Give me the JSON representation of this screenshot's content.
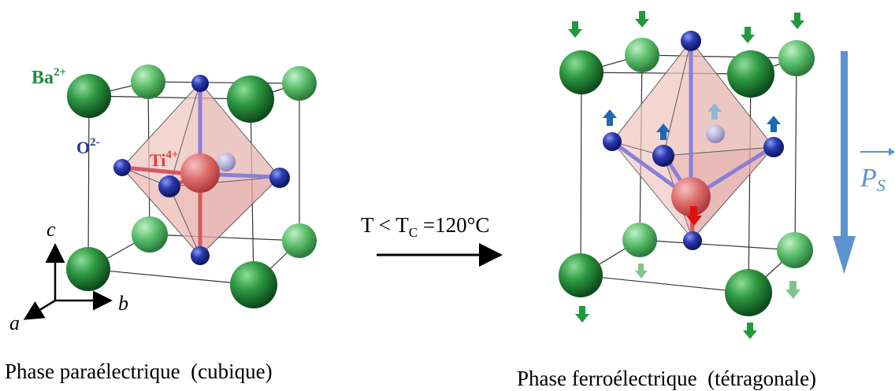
{
  "labels": {
    "ba_ion": "Ba",
    "ba_charge": "2+",
    "o_ion": "O",
    "o_charge": "2-",
    "ti_ion": "Ti",
    "ti_charge": "4+",
    "axis_a": "a",
    "axis_b": "b",
    "axis_c": "c",
    "transition_T": "T < T",
    "transition_sub": "C",
    "transition_val": " =120°C",
    "polarization": "P",
    "polarization_sub": "S"
  },
  "captions": {
    "left": "Phase paraélectrique  (cubique)",
    "right": "Phase ferroélectrique  (tétragonale)"
  },
  "colors": {
    "ba": "#2c8a3c",
    "o": "#23339a",
    "ti": "#e06060",
    "polarization_arrow": "#5a93cf",
    "ba_displacement_arrow": "#1f9a3c",
    "o_displacement_arrow": "#1f67b0",
    "ti_displacement_arrow": "#e01010"
  }
}
